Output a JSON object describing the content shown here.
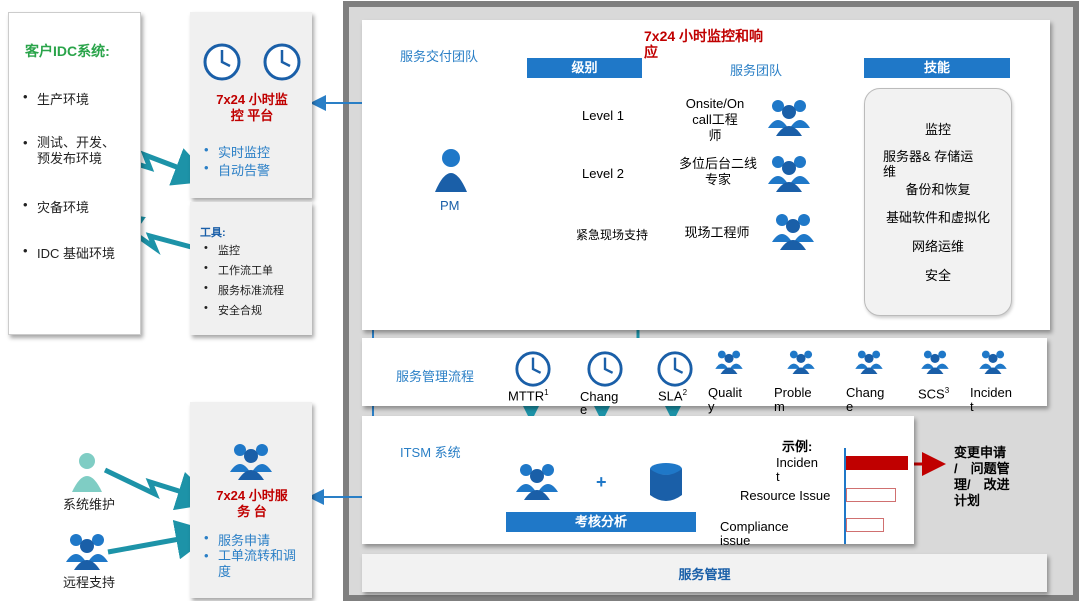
{
  "customer": {
    "title": "客户IDC系统:",
    "items": [
      "生产环境",
      "测试、开发、\n预发布环境",
      "灾备环境",
      "IDC 基础环境"
    ]
  },
  "monitor_platform": {
    "title": "7x24 小时监\n控 平台",
    "items": [
      "实时监控",
      "自动告警"
    ]
  },
  "tools": {
    "title": "工具:",
    "items": [
      "监控",
      "工作流工单",
      "服务标准流程",
      "安全合规"
    ]
  },
  "service_desk": {
    "title": "7x24 小时服\n务 台",
    "items": [
      "服务申请",
      "工单流转和调\n度"
    ]
  },
  "people": {
    "maint": "系统维护",
    "remote": "远程支持"
  },
  "delivery": {
    "team_label": "服务交付团队",
    "headline": "7x24 小时监控和响\n应",
    "pm": "PM",
    "level_header": "级别",
    "team_header": "服务团队",
    "skills_header": "技能",
    "levels": [
      "Level 1",
      "Level 2",
      "紧急现场支持"
    ],
    "teams": [
      "Onsite/On\ncall工程\n师",
      "多位后台二线\n专家",
      "现场工程师"
    ],
    "skills": [
      "监控",
      "服务器& 存储运\n维",
      "备份和恢复",
      "基础软件和虚拟化",
      "网络运维",
      "安全"
    ]
  },
  "process": {
    "label": "服务管理流程",
    "items": [
      {
        "text": "MTTR",
        "sup": "1"
      },
      {
        "text": "Chang\ne",
        "sup": ""
      },
      {
        "text": "SLA",
        "sup": "2"
      },
      {
        "text": "Qualit\ny",
        "sup": ""
      },
      {
        "text": "Proble\nm",
        "sup": ""
      },
      {
        "text": "Chang\ne",
        "sup": ""
      },
      {
        "text": "SCS",
        "sup": "3"
      },
      {
        "text": "Inciden\nt",
        "sup": ""
      }
    ]
  },
  "itsm": {
    "label": "ITSM 系统",
    "plus": "+",
    "analysis": "考核分析",
    "example_title": "示例:",
    "examples": [
      "Inciden\nt",
      "Resource Issue",
      "Compliance\nissue"
    ],
    "example_values": [
      1.0,
      0.8,
      0.6
    ],
    "result": "变更申请\n/　问题管\n理/　改进\n计划"
  },
  "footer": {
    "label": "服务管理"
  },
  "colors": {
    "blue": "#1f78c8",
    "dark_blue": "#1a5fa8",
    "red": "#c00000",
    "teal": "#1da0b8",
    "grey_frame": "#7f7f7f"
  }
}
